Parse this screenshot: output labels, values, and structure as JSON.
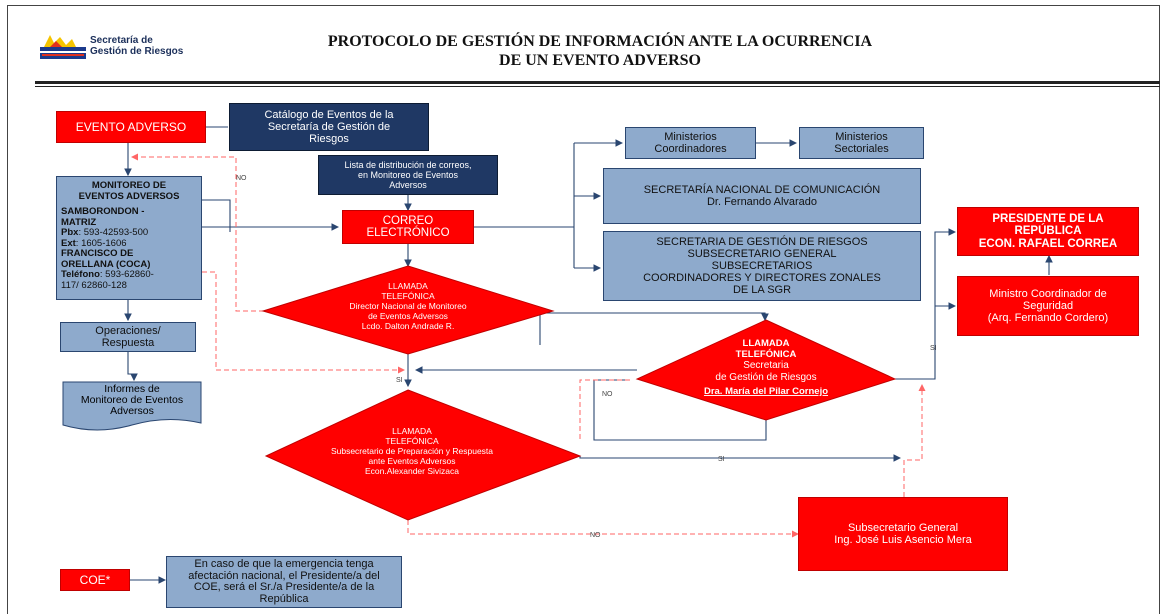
{
  "header": {
    "logo_text": "Secretaría de\nGestión de Riesgos",
    "title_line1": "PROTOCOLO DE GESTIÓN DE INFORMACIÓN ANTE LA OCURRENCIA",
    "title_line2": "DE UN EVENTO ADVERSO"
  },
  "nodes": {
    "evento_adverso": "EVENTO ADVERSO",
    "catalogo": "Catálogo de Eventos de la\nSecretaría de Gestión de\nRiesgos",
    "monitoreo_title": "MONITOREO DE\nEVENTOS ADVERSOS",
    "monitoreo_matriz": "SAMBORONDON -\nMATRIZ",
    "monitoreo_pbx_label": "Pbx",
    "monitoreo_pbx": ": 593-42593-500",
    "monitoreo_ext_label": "Ext",
    "monitoreo_ext": ": 1605-1606",
    "monitoreo_coca": "FRANCISCO DE\nORELLANA (COCA)",
    "monitoreo_tel_label": "Teléfono",
    "monitoreo_tel": ": 593-62860-\n117/ 62860-128",
    "operaciones": "Operaciones/\nRespuesta",
    "informes": "Informes de\nMonitoreo de Eventos\nAdversos",
    "lista": "Lista de distribución de correos,\nen Monitoreo de Eventos\nAdversos",
    "correo": "CORREO\nELECTRÓNICO",
    "ministerios_coord": "Ministerios\nCoordinadores",
    "ministerios_sect": "Ministerios\nSectoriales",
    "secom": "SECRETARÍA NACIONAL DE COMUNICACIÓN\nDr. Fernando Alvarado",
    "sgr": "SECRETARIA DE GESTIÓN DE RIESGOS\nSUBSECRETARIO GENERAL\nSUBSECRETARIOS\nCOORDINADORES Y DIRECTORES ZONALES\nDE LA SGR",
    "presidente": "PRESIDENTE DE LA\nREPÚBLICA\nECON. RAFAEL CORREA",
    "ministro": "Ministro Coordinador de\nSeguridad\n(Arq. Fernando Cordero)",
    "subsec_general": "Subsecretario General\nIng. José Luis Asencio Mera",
    "coe": "COE*",
    "coe_note": "En caso de que la emergencia tenga\nafectación nacional, el Presidente/a del\nCOE, será el Sr./a Presidente/a de la\nRepública"
  },
  "diamonds": {
    "d1": [
      "LLAMADA",
      "TELEFÓNICA",
      "Director Nacional de Monitoreo",
      "de Eventos Adversos",
      "Lcdo. Dalton Andrade R."
    ],
    "d2": [
      "LLAMADA",
      "TELEFÓNICA",
      "Secretaria",
      "de Gestión de Riesgos",
      "Dra. María del Pilar Cornejo"
    ],
    "d3": [
      "LLAMADA",
      "TELEFÓNICA",
      "Subsecretario de Preparación y Respuesta",
      "ante Eventos Adversos",
      "Econ.Alexander Sivizaca"
    ]
  },
  "edge_labels": {
    "no": "NO",
    "si": "SI"
  },
  "colors": {
    "red": "#ff0000",
    "blue": "#8eaacc",
    "navy": "#1f3864",
    "line": "#2a4670"
  }
}
